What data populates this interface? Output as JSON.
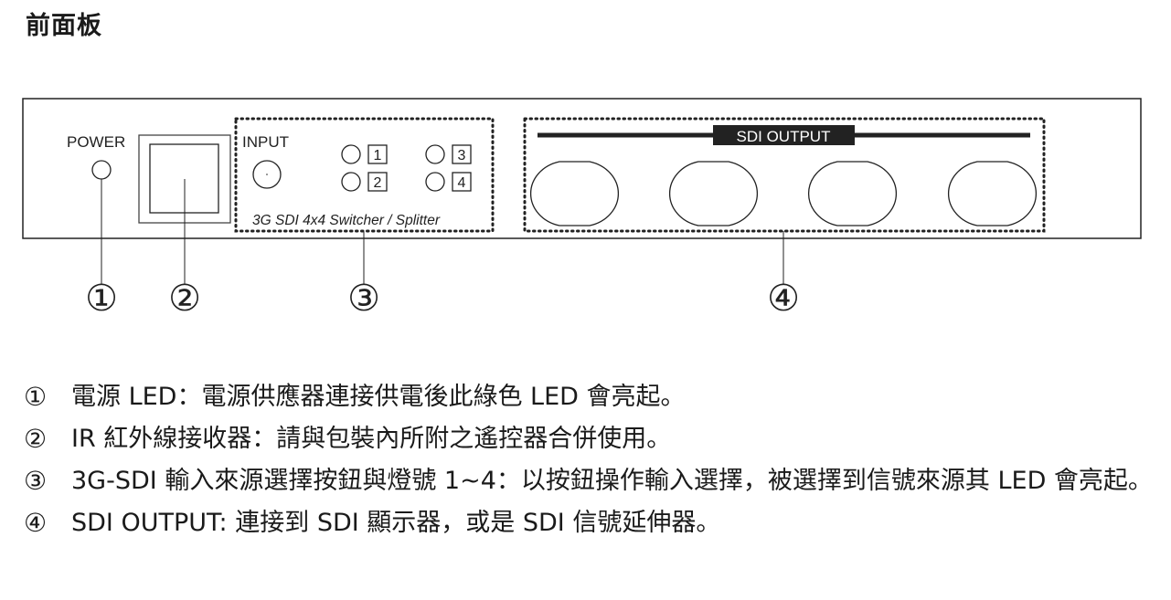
{
  "title": "前面板",
  "panel": {
    "power_label": "POWER",
    "input_label": "INPUT",
    "input_buttons": [
      "1",
      "2",
      "3",
      "4"
    ],
    "model_text": "3G SDI 4x4 Switcher / Splitter",
    "output_label": "SDI OUTPUT"
  },
  "callouts": [
    "①",
    "②",
    "③",
    "④"
  ],
  "legend": [
    {
      "num": "①",
      "text": "電源 LED：電源供應器連接供電後此綠色 LED 會亮起。"
    },
    {
      "num": "②",
      "text": "IR 紅外線接收器：請與包裝內所附之遙控器合併使用。"
    },
    {
      "num": "③",
      "text": "3G-SDI 輸入來源選擇按鈕與燈號 1~4：以按鈕操作輸入選擇，被選擇到信號來源其 LED 會亮起。"
    },
    {
      "num": "④",
      "text": "SDI OUTPUT: 連接到 SDI 顯示器，或是 SDI 信號延伸器。"
    }
  ]
}
